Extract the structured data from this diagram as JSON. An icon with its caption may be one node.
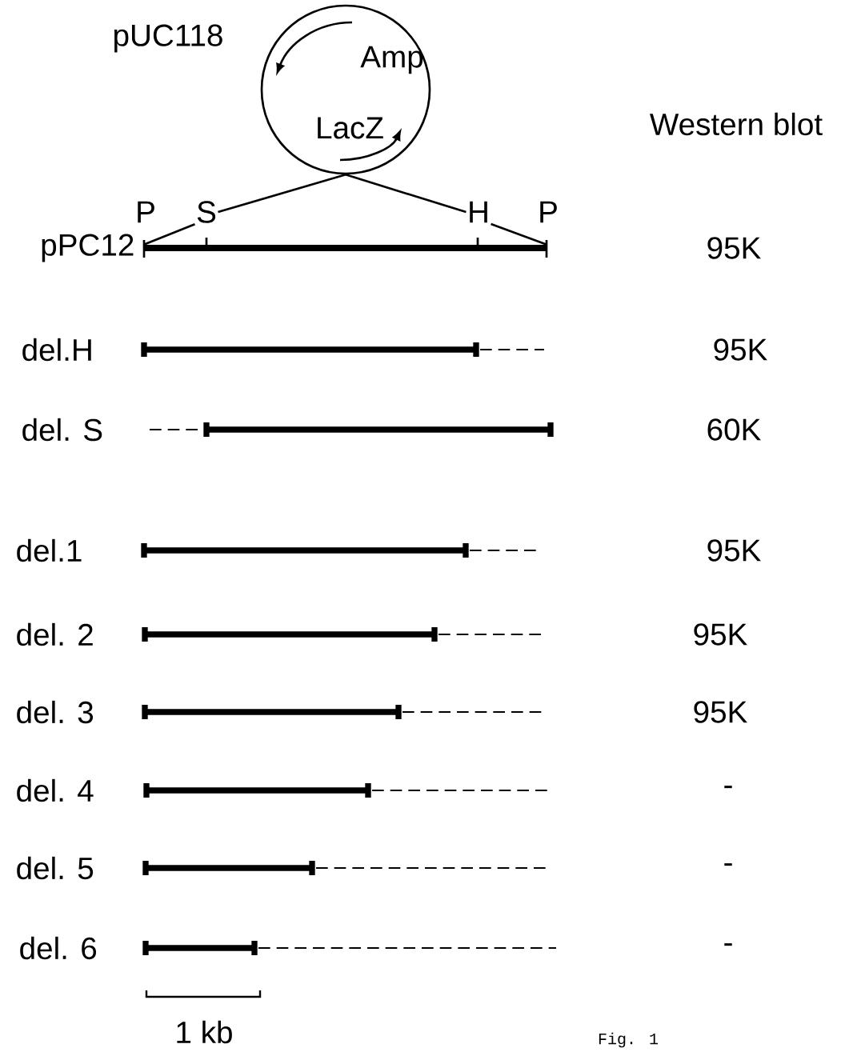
{
  "diagram": {
    "caption": "Fig. 1",
    "nodes": [
      {
        "text": [
          "Amp",
          "LacZ"
        ],
        "beside": [
          "pUC118"
        ]
      },
      {
        "text": [
          "S"
        ]
      },
      {
        "text": [
          "H"
        ]
      },
      {
        "text": [],
        "shape": "bar",
        "beside": [
          "pPC12"
        ]
      }
    ],
    "edges": [
      {
        "from": 0,
        "to": 1,
        "arrow": "none"
      },
      {
        "from": 0,
        "to": 2,
        "arrow": "none"
      },
      {
        "from": 1,
        "to": 3,
        "arrow": "none"
      },
      {
        "from": 2,
        "to": 3,
        "arrow": "none"
      }
    ],
    "labels": [
      "Western blot",
      "P",
      "P",
      "95K",
      "del.H",
      "95K",
      "del. S",
      "60K",
      "del.1",
      "95K",
      "del. 2",
      "95K",
      "del. 3",
      "95K",
      "del. 4",
      "-",
      "del. 5",
      "-",
      "del. 6",
      "-",
      "1 kb"
    ]
  }
}
